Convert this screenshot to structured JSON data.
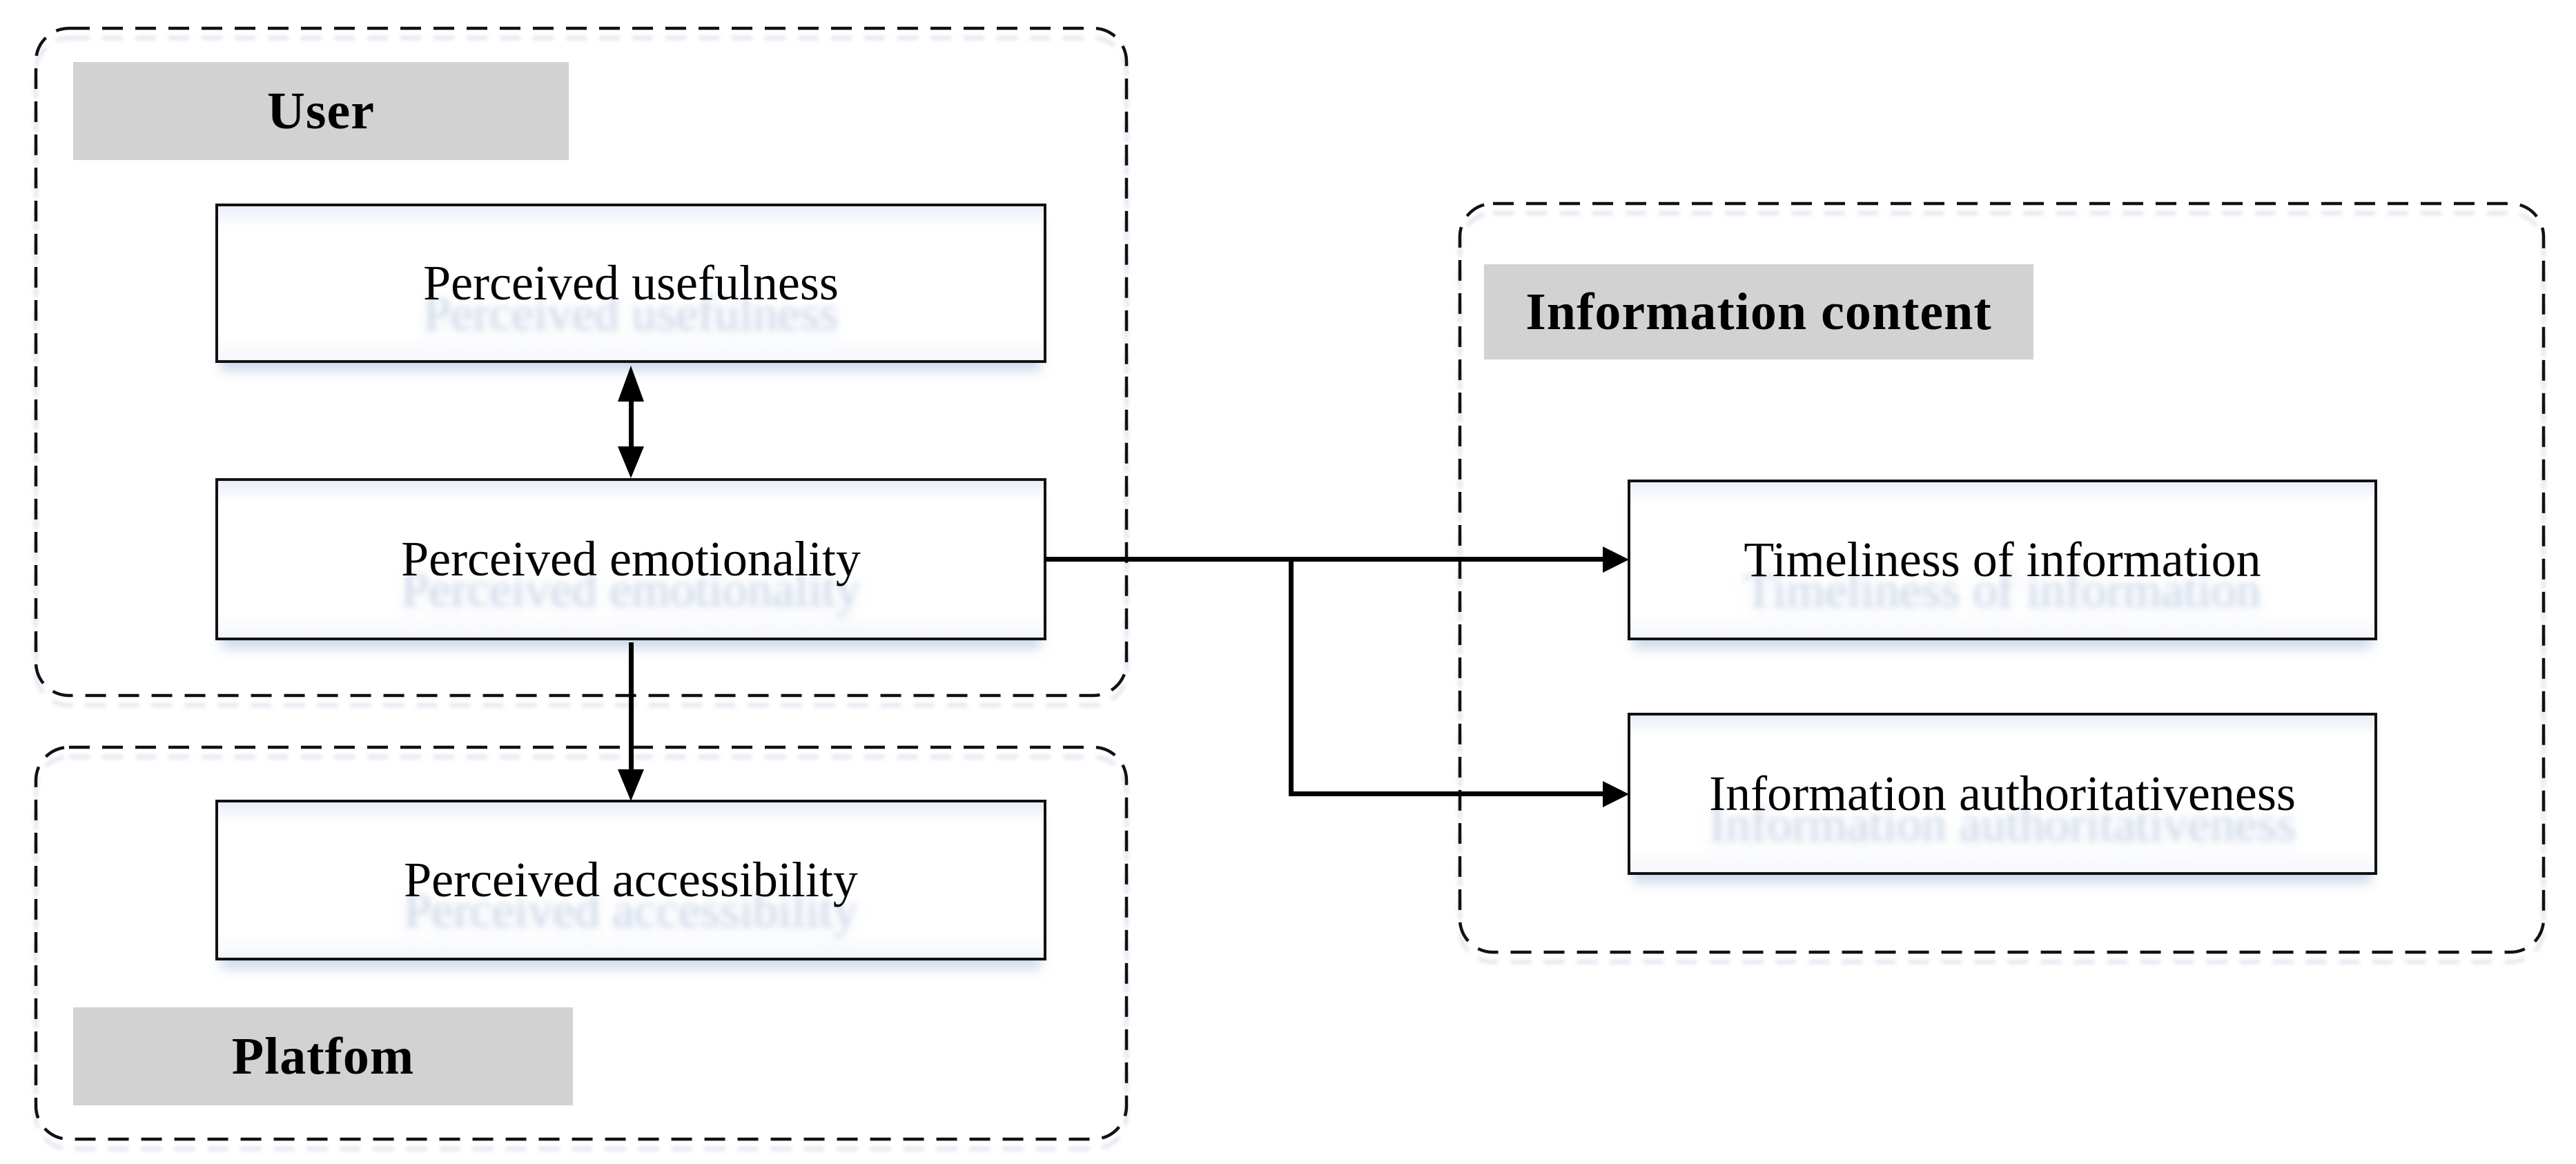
{
  "diagram": {
    "groups": [
      {
        "id": "user",
        "label": "User"
      },
      {
        "id": "platform",
        "label": "Platfom"
      },
      {
        "id": "information-content",
        "label": "Information content"
      }
    ],
    "nodes": [
      {
        "id": "perceived-usefulness",
        "label": "Perceived usefulness",
        "group": "user"
      },
      {
        "id": "perceived-emotionality",
        "label": "Perceived emotionality",
        "group": "user"
      },
      {
        "id": "perceived-accessibility",
        "label": "Perceived accessibility",
        "group": "platform"
      },
      {
        "id": "timeliness-of-information",
        "label": "Timeliness of information",
        "group": "information-content"
      },
      {
        "id": "information-authoritativeness",
        "label": "Information authoritativeness",
        "group": "information-content"
      }
    ],
    "edges": [
      {
        "from": "perceived-usefulness",
        "to": "perceived-emotionality",
        "direction": "bidirectional"
      },
      {
        "from": "perceived-emotionality",
        "to": "perceived-accessibility",
        "direction": "one-way"
      },
      {
        "from": "perceived-emotionality",
        "to": "timeliness-of-information",
        "direction": "one-way"
      },
      {
        "from": "perceived-emotionality",
        "to": "information-authoritativeness",
        "direction": "one-way"
      }
    ],
    "colors": {
      "background": "#ffffff",
      "group_label_background": "#d2d2d2",
      "box_border": "#111111",
      "dashed_border": "#111111",
      "arrow": "#000000",
      "text": "#000000",
      "reflection_tint": "#aec0d8"
    }
  }
}
